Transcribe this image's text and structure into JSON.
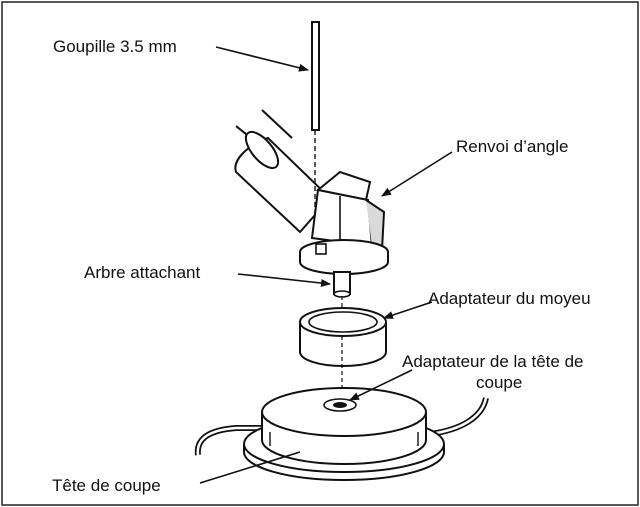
{
  "diagram": {
    "labels": {
      "pin": "Goupille 3.5 mm",
      "gearbox": "Renvoi d’angle",
      "shaft": "Arbre attachant",
      "hub_adapter": "Adaptateur du moyeu",
      "cutting_head_adapter_line1": "Adaptateur de la tête de",
      "cutting_head_adapter_line2": "coupe",
      "cutting_head": "Tête de coupe"
    },
    "colors": {
      "line": "#111111",
      "fill": "#ffffff",
      "shade": "#d9d9d9",
      "frame": "#222222"
    }
  }
}
